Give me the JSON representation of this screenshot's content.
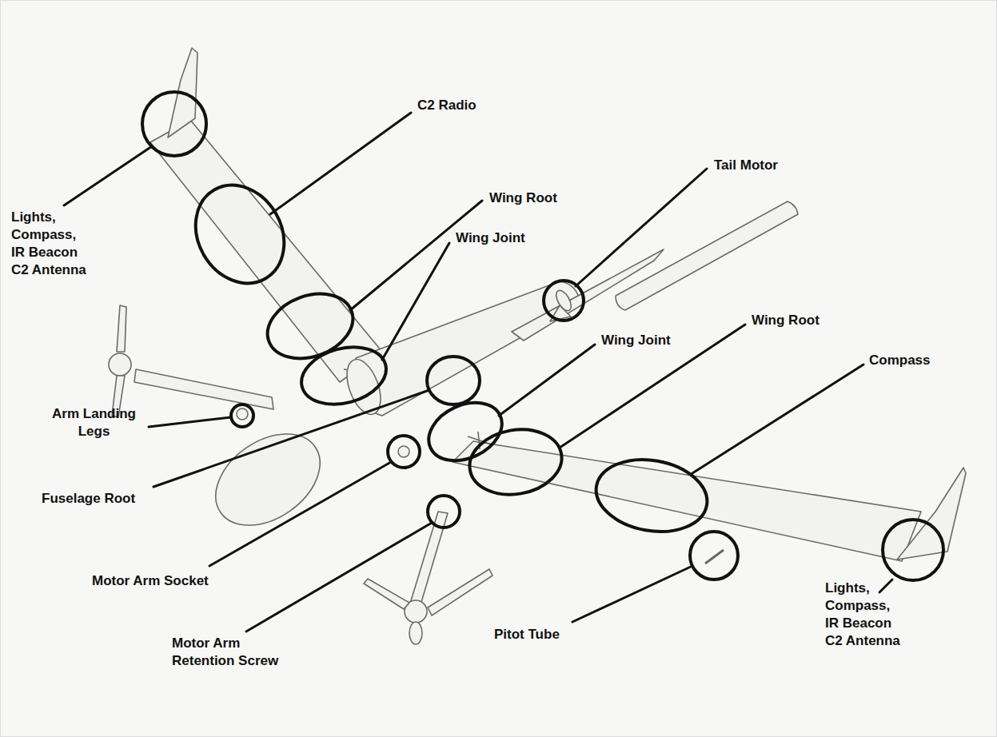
{
  "diagram": {
    "labels": [
      "C2 Radio",
      "Tail Motor",
      "Wing Root",
      "Lights, Compass, IR Beacon C2 Antenna",
      "Wing Joint",
      "Wing Joint",
      "Wing Root",
      "Compass",
      "Arm Landing Legs",
      "Fuselage Root",
      "Motor Arm Socket",
      "Motor Arm Retention Screw",
      "Pitot Tube",
      "Lights, Compass, IR Beacon C2 Antenna"
    ]
  }
}
